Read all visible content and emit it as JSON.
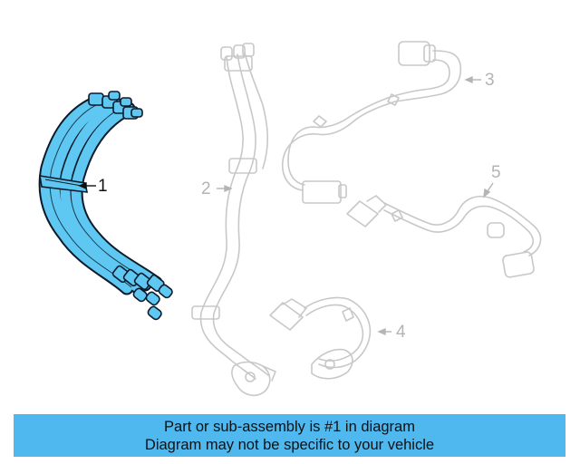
{
  "callouts": {
    "part_1": "1",
    "part_2": "2",
    "part_3": "3",
    "part_4": "4",
    "part_5": "5"
  },
  "banner": {
    "line1": "Part or sub-assembly is #1 in diagram",
    "line2": "Diagram may not be specific to your vehicle"
  },
  "colors": {
    "highlight": "#5ec8f2",
    "highlight_outline": "#0d1a2a",
    "ghost": "#c8c8c8",
    "banner": "#4fb8ee"
  }
}
